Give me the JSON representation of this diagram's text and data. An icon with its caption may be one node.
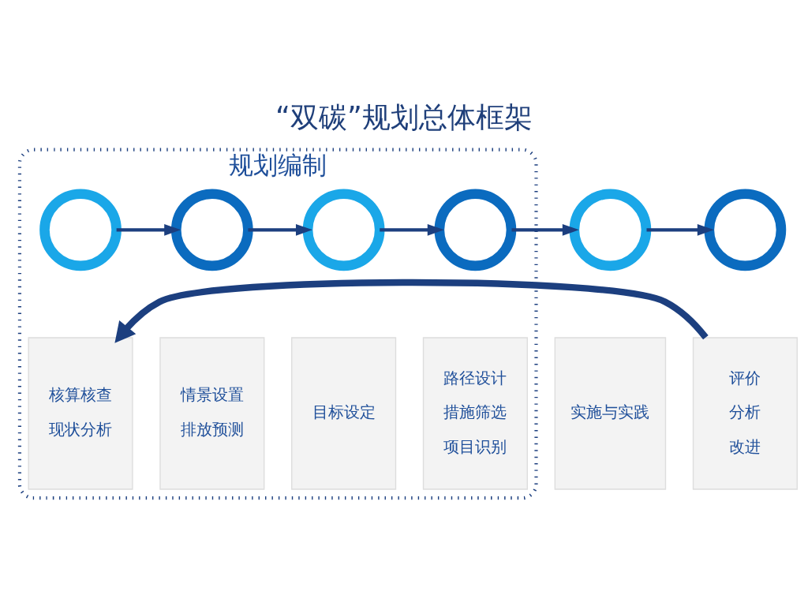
{
  "diagram": {
    "title": "“双碳”规划总体框架",
    "nodes": [
      {
        "text": [
          "规划编制"
        ]
      },
      {
        "text": [],
        "shape": "circle",
        "in": 0
      },
      {
        "text": [],
        "shape": "circle",
        "in": 0
      },
      {
        "text": [],
        "shape": "circle",
        "in": 0
      },
      {
        "text": [],
        "shape": "circle",
        "in": 0
      },
      {
        "text": [],
        "shape": "circle"
      },
      {
        "text": [],
        "shape": "circle"
      },
      {
        "text": [
          "核算核查",
          "现状分析"
        ],
        "in": 0
      },
      {
        "text": [
          "情景设置",
          "排放预测"
        ],
        "in": 0
      },
      {
        "text": [
          "目标设定"
        ],
        "in": 0
      },
      {
        "text": [
          "路径设计",
          "措施筛选",
          "项目识别"
        ],
        "in": 0
      },
      {
        "text": [
          "实施与实践"
        ]
      },
      {
        "text": [
          "评价",
          "分析",
          "改进"
        ]
      }
    ],
    "edges": [
      {
        "from": 1,
        "to": 2,
        "arrow": "to"
      },
      {
        "from": 2,
        "to": 3,
        "arrow": "to"
      },
      {
        "from": 3,
        "to": 4,
        "arrow": "to"
      },
      {
        "from": 4,
        "to": 5,
        "arrow": "to"
      },
      {
        "from": 5,
        "to": 6,
        "arrow": "to"
      },
      {
        "from": 12,
        "to": 7,
        "arrow": "to",
        "style": "thick"
      }
    ]
  }
}
